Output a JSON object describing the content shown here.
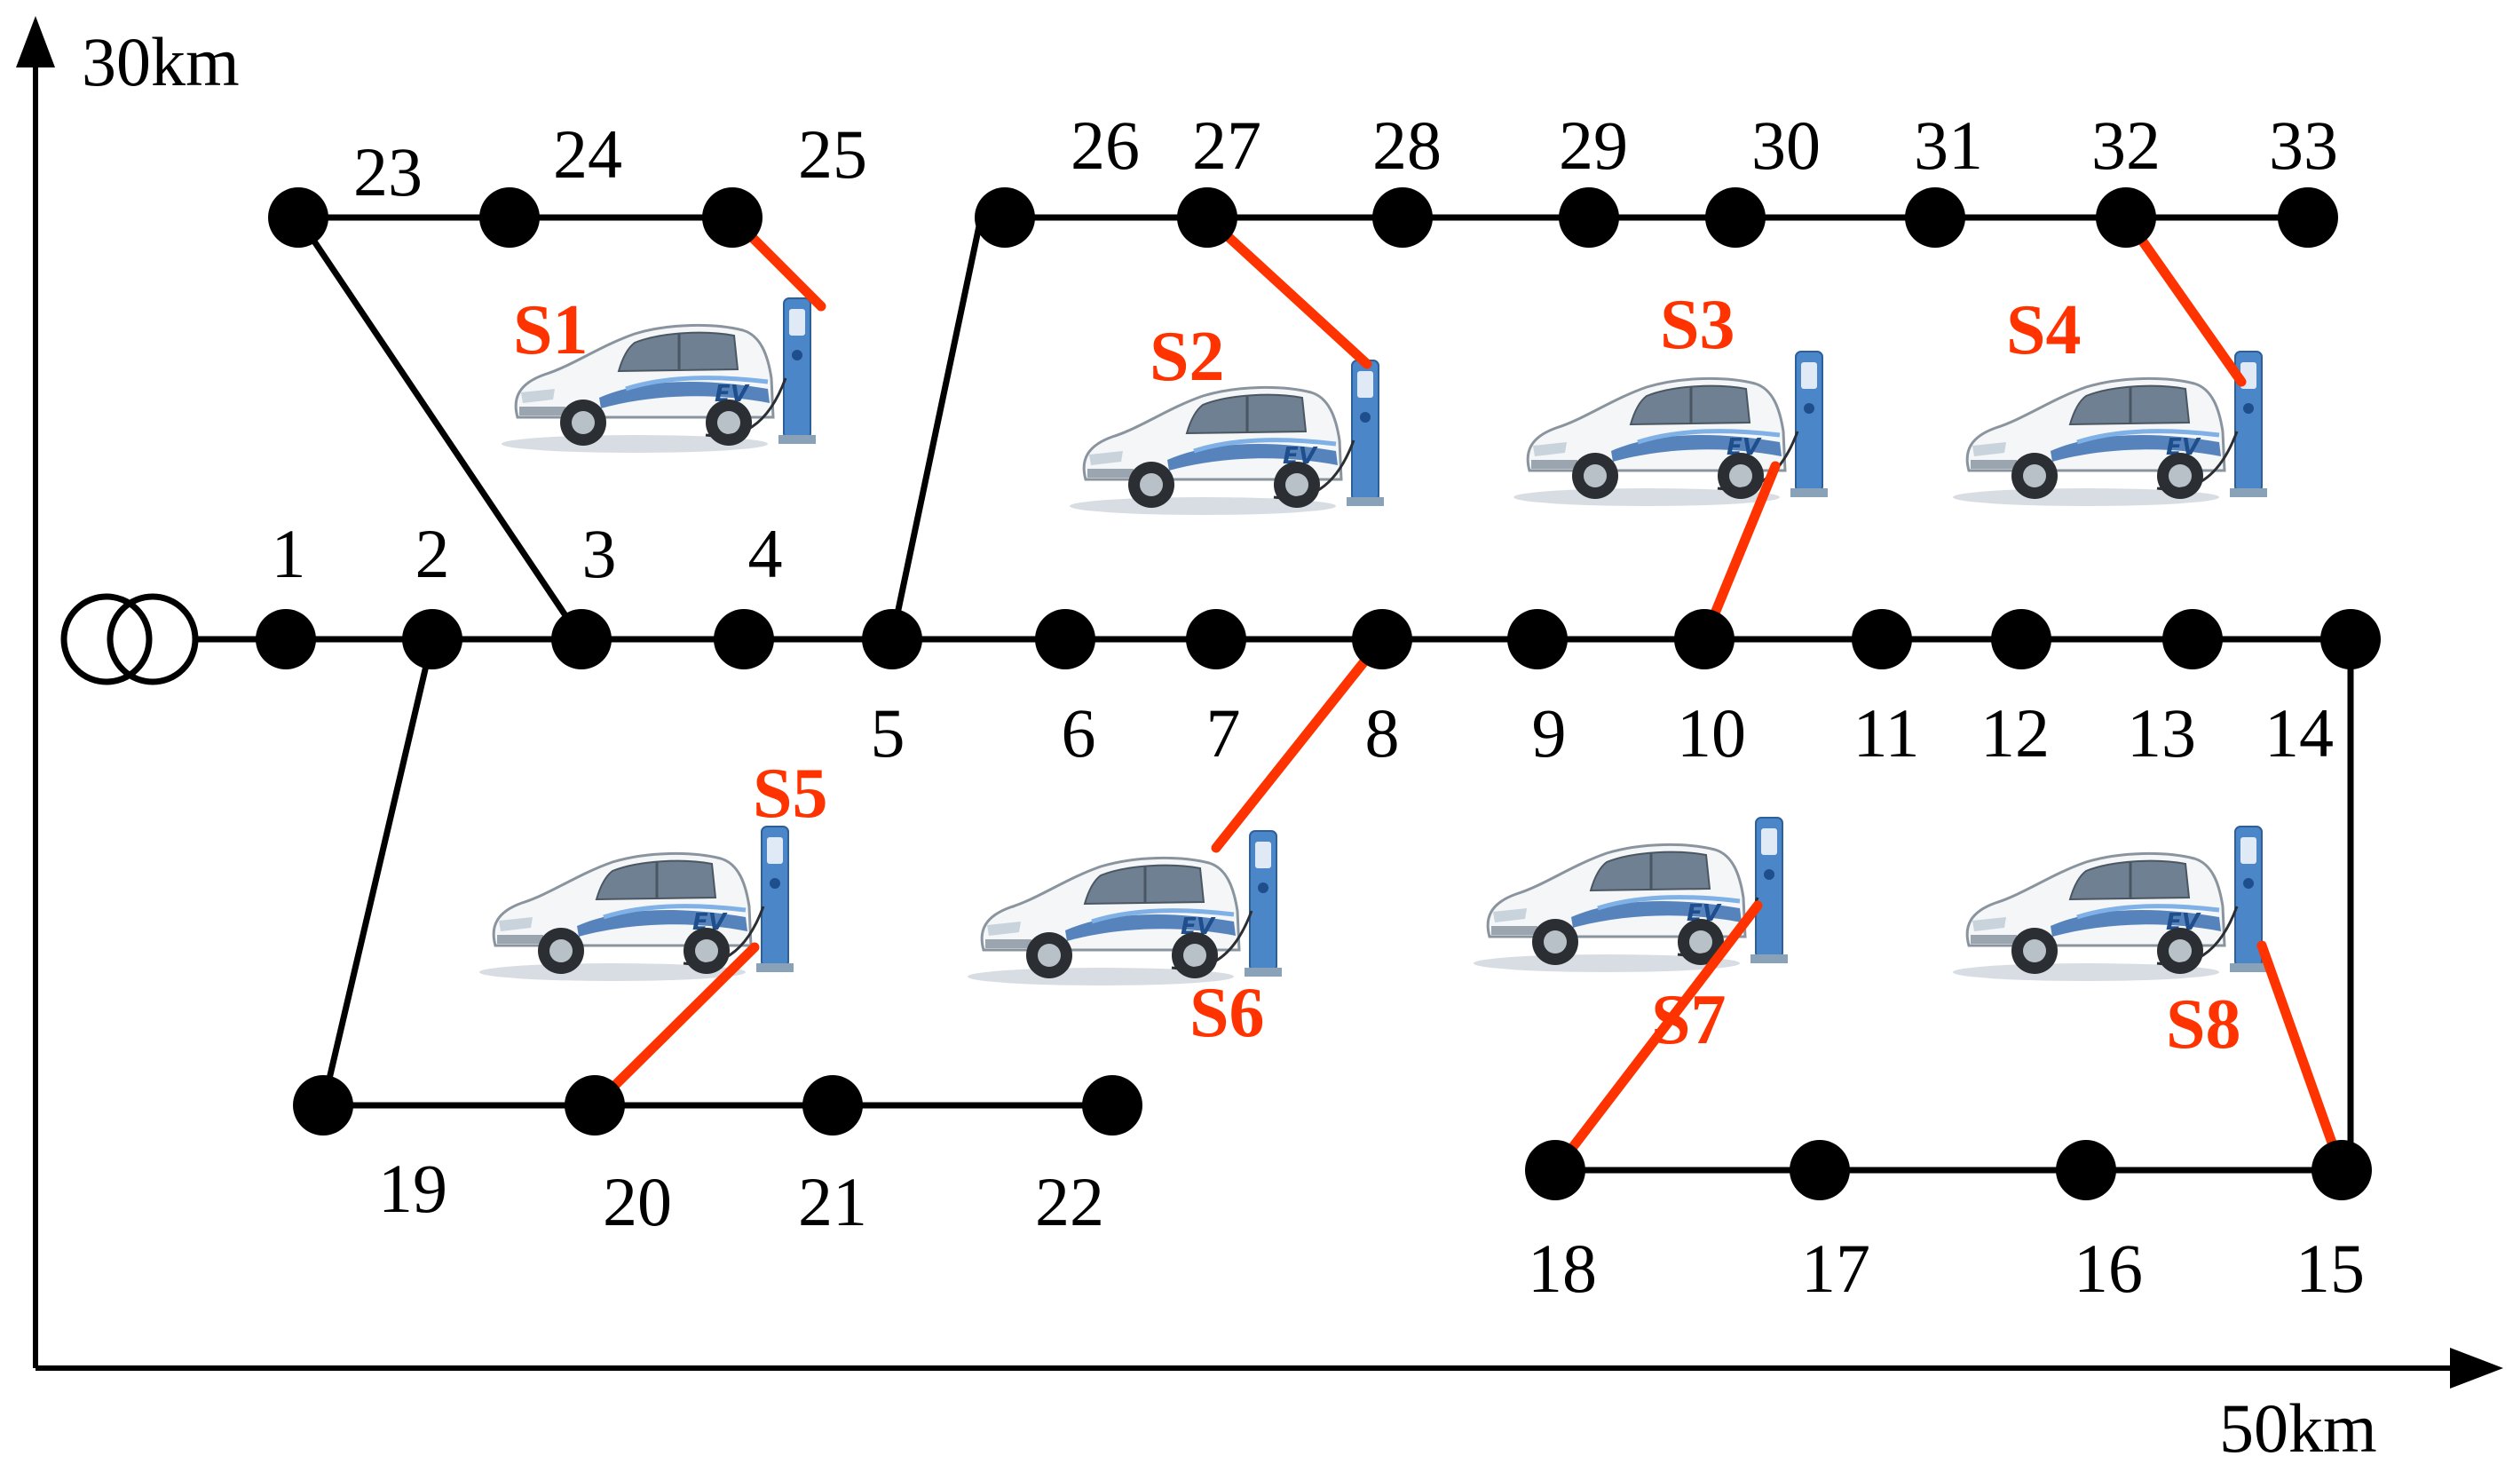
{
  "axes": {
    "y_label": "30km",
    "x_label": "50km"
  },
  "nodes": [
    {
      "id": "1"
    },
    {
      "id": "2"
    },
    {
      "id": "3"
    },
    {
      "id": "4"
    },
    {
      "id": "5"
    },
    {
      "id": "6"
    },
    {
      "id": "7"
    },
    {
      "id": "8"
    },
    {
      "id": "9"
    },
    {
      "id": "10"
    },
    {
      "id": "11"
    },
    {
      "id": "12"
    },
    {
      "id": "13"
    },
    {
      "id": "14"
    },
    {
      "id": "15"
    },
    {
      "id": "16"
    },
    {
      "id": "17"
    },
    {
      "id": "18"
    },
    {
      "id": "19"
    },
    {
      "id": "20"
    },
    {
      "id": "21"
    },
    {
      "id": "22"
    },
    {
      "id": "23"
    },
    {
      "id": "24"
    },
    {
      "id": "25"
    },
    {
      "id": "26"
    },
    {
      "id": "27"
    },
    {
      "id": "28"
    },
    {
      "id": "29"
    },
    {
      "id": "30"
    },
    {
      "id": "31"
    },
    {
      "id": "32"
    },
    {
      "id": "33"
    }
  ],
  "edges": [
    [
      "1",
      "2"
    ],
    [
      "2",
      "3"
    ],
    [
      "3",
      "4"
    ],
    [
      "4",
      "5"
    ],
    [
      "5",
      "6"
    ],
    [
      "6",
      "7"
    ],
    [
      "7",
      "8"
    ],
    [
      "8",
      "9"
    ],
    [
      "9",
      "10"
    ],
    [
      "10",
      "11"
    ],
    [
      "11",
      "12"
    ],
    [
      "12",
      "13"
    ],
    [
      "13",
      "14"
    ],
    [
      "14",
      "15"
    ],
    [
      "15",
      "16"
    ],
    [
      "16",
      "17"
    ],
    [
      "17",
      "18"
    ],
    [
      "2",
      "19"
    ],
    [
      "19",
      "20"
    ],
    [
      "20",
      "21"
    ],
    [
      "21",
      "22"
    ],
    [
      "3",
      "23"
    ],
    [
      "23",
      "24"
    ],
    [
      "24",
      "25"
    ],
    [
      "5",
      "26"
    ],
    [
      "26",
      "27"
    ],
    [
      "27",
      "28"
    ],
    [
      "28",
      "29"
    ],
    [
      "29",
      "30"
    ],
    [
      "30",
      "31"
    ],
    [
      "31",
      "32"
    ],
    [
      "32",
      "33"
    ]
  ],
  "stations": [
    {
      "id": "S1",
      "label": "S1",
      "node": "25"
    },
    {
      "id": "S2",
      "label": "S2",
      "node": "27"
    },
    {
      "id": "S3",
      "label": "S3",
      "node": "10"
    },
    {
      "id": "S4",
      "label": "S4",
      "node": "32"
    },
    {
      "id": "S5",
      "label": "S5",
      "node": "20"
    },
    {
      "id": "S6",
      "label": "S6",
      "node": "8"
    },
    {
      "id": "S7",
      "label": "S7",
      "node": "18"
    },
    {
      "id": "S8",
      "label": "S8",
      "node": "15"
    }
  ],
  "colors": {
    "link": "#ff3300",
    "station_label": "#ff3300",
    "line": "#000000",
    "car_body": "#f4f6f8",
    "car_accent": "#3b6fb3",
    "charger": "#4a86c8"
  },
  "icons": {
    "source": "transformer-icon",
    "station": "ev-charging-station-icon"
  }
}
